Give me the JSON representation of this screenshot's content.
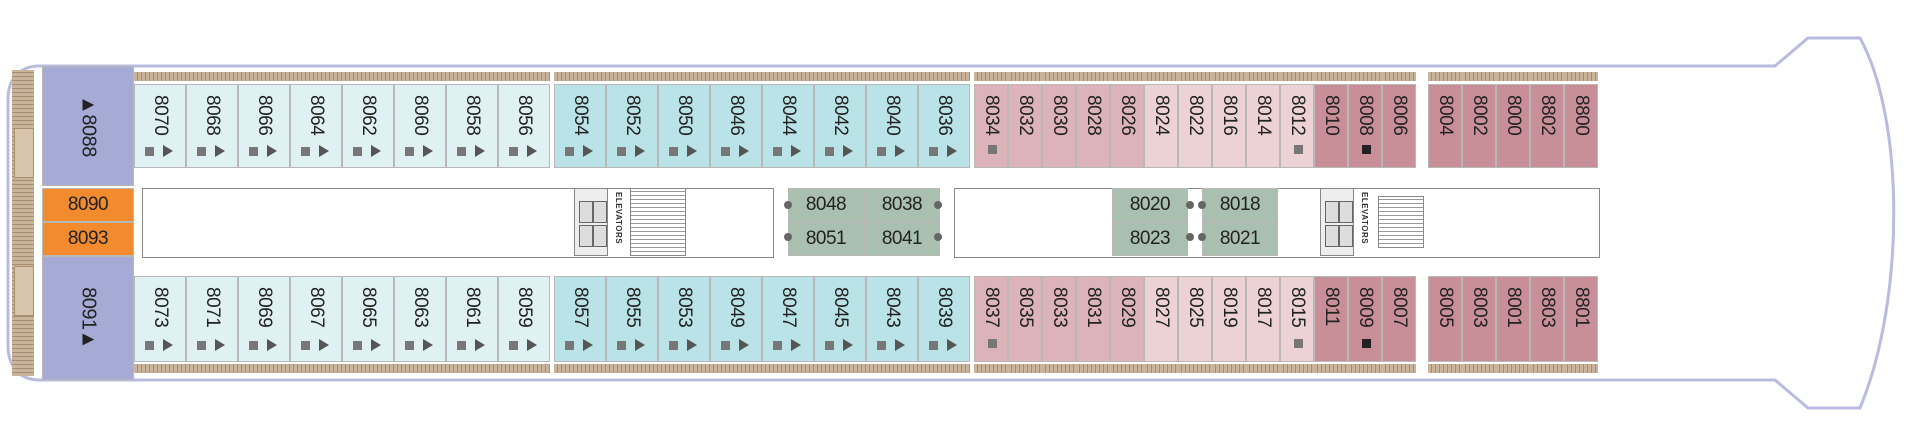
{
  "elevators_label": "ELEVATORS",
  "colors": {
    "light_blue": "#dff1f3",
    "teal": "#b9e3e6",
    "light_pink": "#ecd2d5",
    "pink": "#dcb3b8",
    "mauve": "#c98f98",
    "purple_suite": "#a6abd6",
    "orange": "#f28a2e",
    "green_grey": "#a9c0b0",
    "hull": "#b9bbe0"
  },
  "top_row": {
    "light_blue": [
      "8070",
      "8068",
      "8066",
      "8064",
      "8062",
      "8060",
      "8058",
      "8056"
    ],
    "teal": [
      "8054",
      "8052",
      "8050",
      "8046",
      "8044",
      "8042",
      "8040",
      "8036"
    ],
    "light_pink": [
      "8034",
      "8032",
      "8030",
      "8028",
      "8026",
      "8024",
      "8022",
      "8016",
      "8014",
      "8012"
    ],
    "mauve_mid": [
      "8010",
      "8008",
      "8006"
    ],
    "mauve_fwd": [
      "8004",
      "8002",
      "8000",
      "8802",
      "8800"
    ]
  },
  "bottom_row": {
    "light_blue": [
      "8073",
      "8071",
      "8069",
      "8067",
      "8065",
      "8063",
      "8061",
      "8059"
    ],
    "teal": [
      "8057",
      "8055",
      "8053",
      "8049",
      "8047",
      "8045",
      "8043",
      "8039"
    ],
    "light_pink": [
      "8037",
      "8035",
      "8033",
      "8031",
      "8029",
      "8027",
      "8025",
      "8019",
      "8017",
      "8015"
    ],
    "mauve_mid": [
      "8011",
      "8009",
      "8007"
    ],
    "mauve_fwd": [
      "8005",
      "8003",
      "8001",
      "8803",
      "8801"
    ]
  },
  "aft_suites": {
    "top": "▲8088",
    "bottom": "8091▲"
  },
  "orange_cabins": [
    "8090",
    "8093"
  ],
  "center_blocks": {
    "block_a": [
      "8048",
      "8038",
      "8051",
      "8041"
    ],
    "block_b": [
      "8020",
      "8023"
    ],
    "block_c": [
      "8018",
      "8021"
    ]
  }
}
